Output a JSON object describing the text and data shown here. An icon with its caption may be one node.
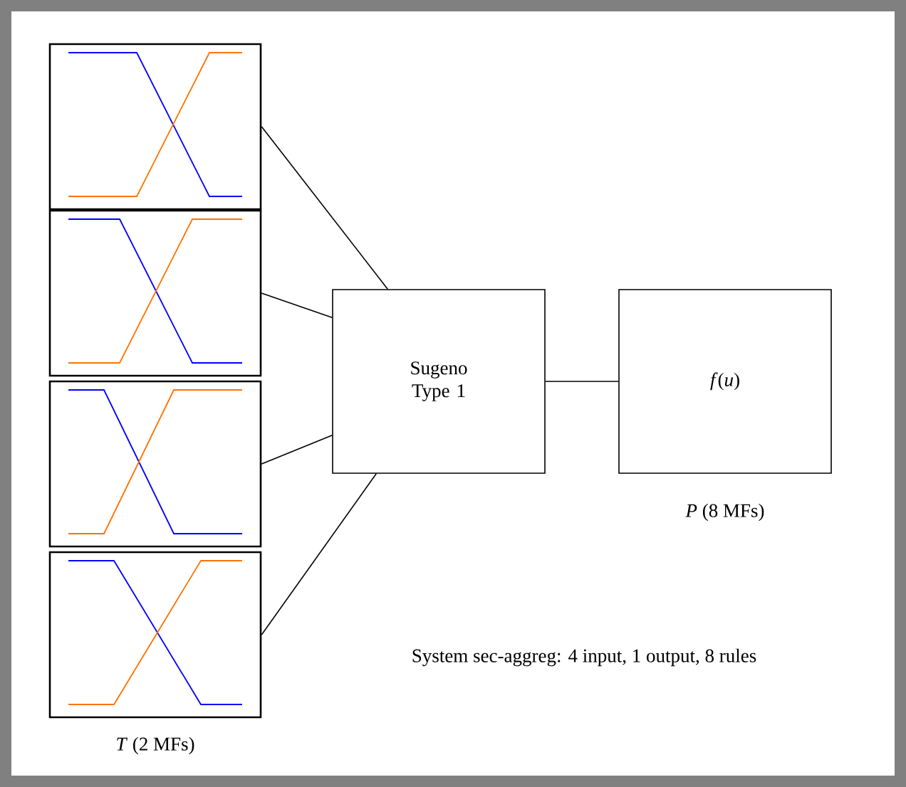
{
  "diagram": {
    "nodes": [
      {
        "text": [],
        "shape": "picture"
      },
      {
        "text": [],
        "shape": "picture"
      },
      {
        "text": [],
        "shape": "picture"
      },
      {
        "text": [],
        "shape": "picture"
      },
      {
        "text": [
          "Sugeno Type 1"
        ]
      },
      {
        "text": [
          "*f*(*u*)"
        ],
        "beside": [
          "*P* (8 MFs)"
        ]
      }
    ],
    "edges": [
      {
        "from": 0,
        "to": 4,
        "arrow": "none"
      },
      {
        "from": 1,
        "to": 4,
        "arrow": "none"
      },
      {
        "from": 2,
        "to": 4,
        "arrow": "none"
      },
      {
        "from": 3,
        "to": 4,
        "arrow": "none"
      },
      {
        "from": 4,
        "to": 5,
        "arrow": "none"
      }
    ],
    "labels": [
      "*T* (2 MFs)",
      "System sec-aggreg: 4 input, 1 output, 8 rules"
    ]
  }
}
